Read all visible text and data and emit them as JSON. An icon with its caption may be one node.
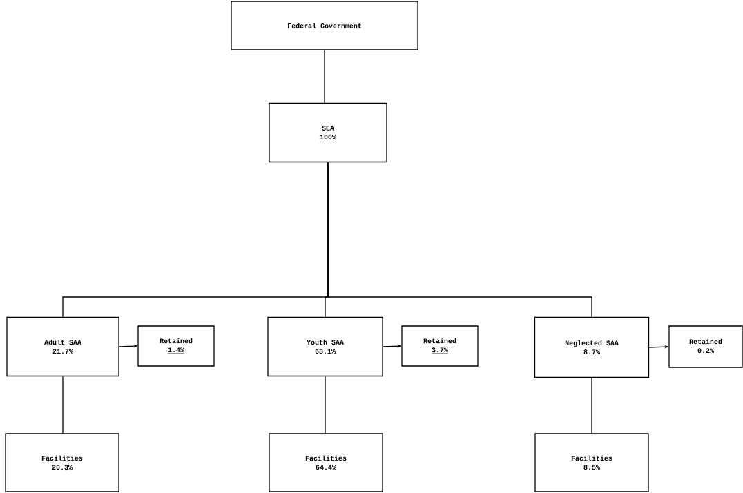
{
  "diagram": {
    "nodes": [
      {
        "text": [
          "Federal Government"
        ]
      },
      {
        "text": [
          "SEA",
          "100%"
        ]
      },
      {
        "text": [
          "Adult SAA",
          "21.7%"
        ]
      },
      {
        "text": [
          "Retained",
          "1.4%"
        ]
      },
      {
        "text": [
          "Youth SAA",
          "68.1%"
        ]
      },
      {
        "text": [
          "Retained",
          "3.7%"
        ]
      },
      {
        "text": [
          "Neglected SAA",
          "8.7%"
        ]
      },
      {
        "text": [
          "Retained",
          "0.2%"
        ]
      },
      {
        "text": [
          "Facilities",
          "20.3%"
        ]
      },
      {
        "text": [
          "Facilities",
          "64.4%"
        ]
      },
      {
        "text": [
          "Facilities",
          "8.5%"
        ]
      }
    ],
    "edges": [
      {
        "from": 0,
        "to": 1,
        "arrow": "none"
      },
      {
        "from": 1,
        "to": 2,
        "arrow": "none"
      },
      {
        "from": 1,
        "to": 4,
        "arrow": "none"
      },
      {
        "from": 1,
        "to": 6,
        "arrow": "none"
      },
      {
        "from": 2,
        "to": 3,
        "arrow": "to"
      },
      {
        "from": 4,
        "to": 5,
        "arrow": "to"
      },
      {
        "from": 6,
        "to": 7,
        "arrow": "to"
      },
      {
        "from": 2,
        "to": 8,
        "arrow": "none"
      },
      {
        "from": 4,
        "to": 9,
        "arrow": "none"
      },
      {
        "from": 6,
        "to": 10,
        "arrow": "none"
      }
    ]
  }
}
